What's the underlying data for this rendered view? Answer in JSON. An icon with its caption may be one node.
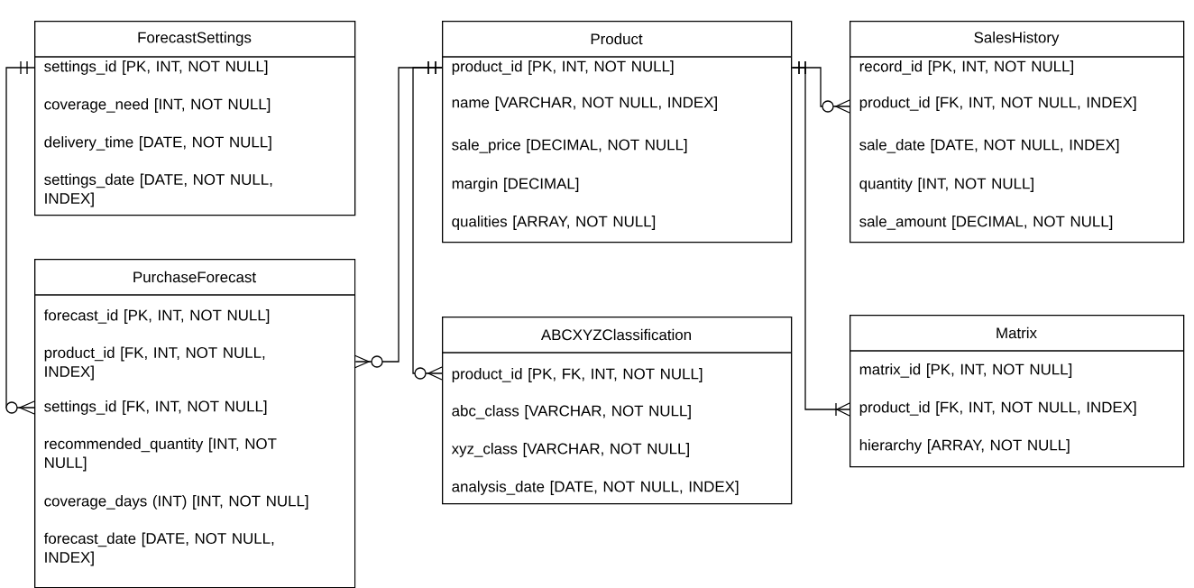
{
  "diagram": {
    "nodes": [
      {
        "text": [
          "ForecastSettings",
          "settings_id [PK, INT, NOT NULL]",
          "coverage_need [INT, NOT NULL]",
          "delivery_time [DATE, NOT NULL]",
          "settings_date [DATE, NOT NULL, INDEX]"
        ]
      },
      {
        "text": [
          "Product",
          "product_id [PK, INT, NOT NULL]",
          "name [VARCHAR, NOT NULL, INDEX]",
          "sale_price [DECIMAL, NOT NULL]",
          "margin [DECIMAL]",
          "qualities [ARRAY,  NOT NULL]"
        ]
      },
      {
        "text": [
          "SalesHistory",
          "record_id [PK, INT, NOT NULL]",
          "product_id [FK, INT, NOT NULL, INDEX]",
          "sale_date [DATE, NOT NULL, INDEX]",
          "quantity [INT, NOT NULL]",
          "sale_amount [DECIMAL, NOT NULL]"
        ]
      },
      {
        "text": [
          "PurchaseForecast",
          "forecast_id [PK, INT, NOT NULL]",
          "product_id [FK, INT, NOT NULL, INDEX]",
          "settings_id [FK, INT, NOT NULL]",
          "recommended_quantity [INT, NOT NULL]",
          "coverage_days (INT) [INT, NOT NULL]",
          "forecast_date [DATE, NOT NULL, INDEX]"
        ]
      },
      {
        "text": [
          "ABCXYZClassification",
          "product_id  [PK, FK, INT, NOT NULL]",
          "abc_class [VARCHAR, NOT NULL]",
          "xyz_class [VARCHAR, NOT NULL]",
          "analysis_date [DATE, NOT NULL, INDEX]"
        ]
      },
      {
        "text": [
          "Matrix",
          "matrix_id [PK, INT, NOT NULL]",
          "product_id [FK, INT, NOT NULL, INDEX]",
          "hierarchy [ARRAY, NOT NULL]"
        ]
      }
    ],
    "edges": [
      {
        "from": 0,
        "to": 3,
        "arrow": "other"
      },
      {
        "from": 1,
        "to": 3,
        "arrow": "other"
      },
      {
        "from": 1,
        "to": 4,
        "arrow": "other"
      },
      {
        "from": 1,
        "to": 2,
        "arrow": "other"
      },
      {
        "from": 1,
        "to": 5,
        "arrow": "other"
      }
    ]
  }
}
